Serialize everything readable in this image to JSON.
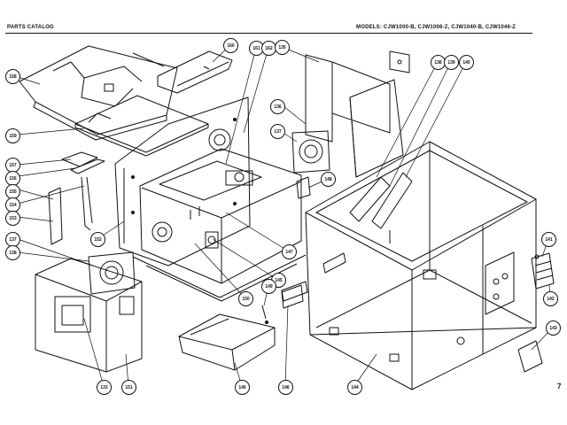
{
  "header": {
    "left": "PARTS CATALOG",
    "right": "MODELS: CJW1000-B, CJW1006-Z, CJW1040-B, CJW1046-Z"
  },
  "page_number": "7",
  "callouts": [
    {
      "id": "c158",
      "text": "158"
    },
    {
      "id": "c160",
      "text": "160"
    },
    {
      "id": "c161",
      "text": "161"
    },
    {
      "id": "c162",
      "text": "162"
    },
    {
      "id": "c135",
      "text": "135"
    },
    {
      "id": "c138",
      "text": "138"
    },
    {
      "id": "c139",
      "text": "139"
    },
    {
      "id": "c140",
      "text": "140"
    },
    {
      "id": "c159",
      "text": "159"
    },
    {
      "id": "c136",
      "text": "136"
    },
    {
      "id": "c137a",
      "text": "137"
    },
    {
      "id": "c157",
      "text": "157"
    },
    {
      "id": "c156",
      "text": "156"
    },
    {
      "id": "c155",
      "text": "155"
    },
    {
      "id": "c154",
      "text": "154"
    },
    {
      "id": "c153",
      "text": "153"
    },
    {
      "id": "c148",
      "text": "148"
    },
    {
      "id": "c152",
      "text": "152"
    },
    {
      "id": "c137b",
      "text": "137"
    },
    {
      "id": "c138b",
      "text": "138"
    },
    {
      "id": "c147",
      "text": "147"
    },
    {
      "id": "c145",
      "text": "145"
    },
    {
      "id": "c149",
      "text": "149"
    },
    {
      "id": "c150",
      "text": "150"
    },
    {
      "id": "c141",
      "text": "141"
    },
    {
      "id": "c142",
      "text": "142"
    },
    {
      "id": "c143",
      "text": "143"
    },
    {
      "id": "c133",
      "text": "133"
    },
    {
      "id": "c151",
      "text": "151"
    },
    {
      "id": "c146",
      "text": "146"
    },
    {
      "id": "c146b",
      "text": "146"
    },
    {
      "id": "c144",
      "text": "144"
    }
  ]
}
